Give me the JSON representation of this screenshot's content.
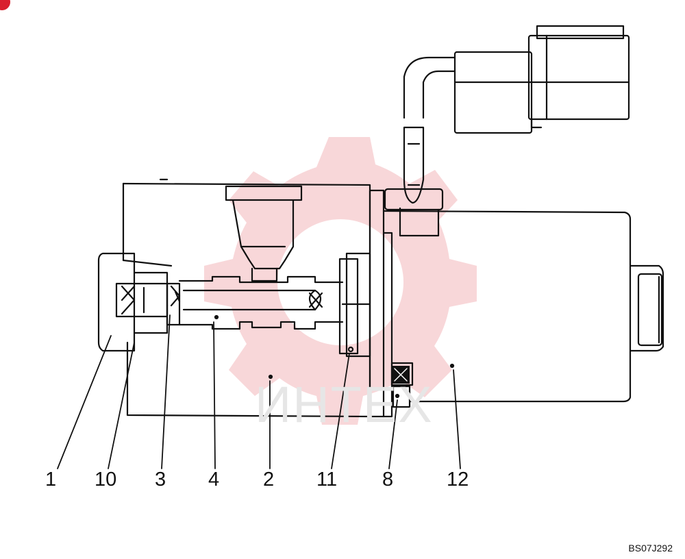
{
  "diagram": {
    "callouts": [
      {
        "id": "1",
        "label": "1"
      },
      {
        "id": "10",
        "label": "10"
      },
      {
        "id": "3",
        "label": "3"
      },
      {
        "id": "4",
        "label": "4"
      },
      {
        "id": "2",
        "label": "2"
      },
      {
        "id": "11",
        "label": "11"
      },
      {
        "id": "8",
        "label": "8"
      },
      {
        "id": "12",
        "label": "12"
      }
    ],
    "reference_code": "BS07J292",
    "watermark": {
      "text": "ИНТЕХ",
      "color": "#f6c9cc"
    },
    "colors": {
      "line": "#111111",
      "badge": "#d9202e"
    }
  }
}
